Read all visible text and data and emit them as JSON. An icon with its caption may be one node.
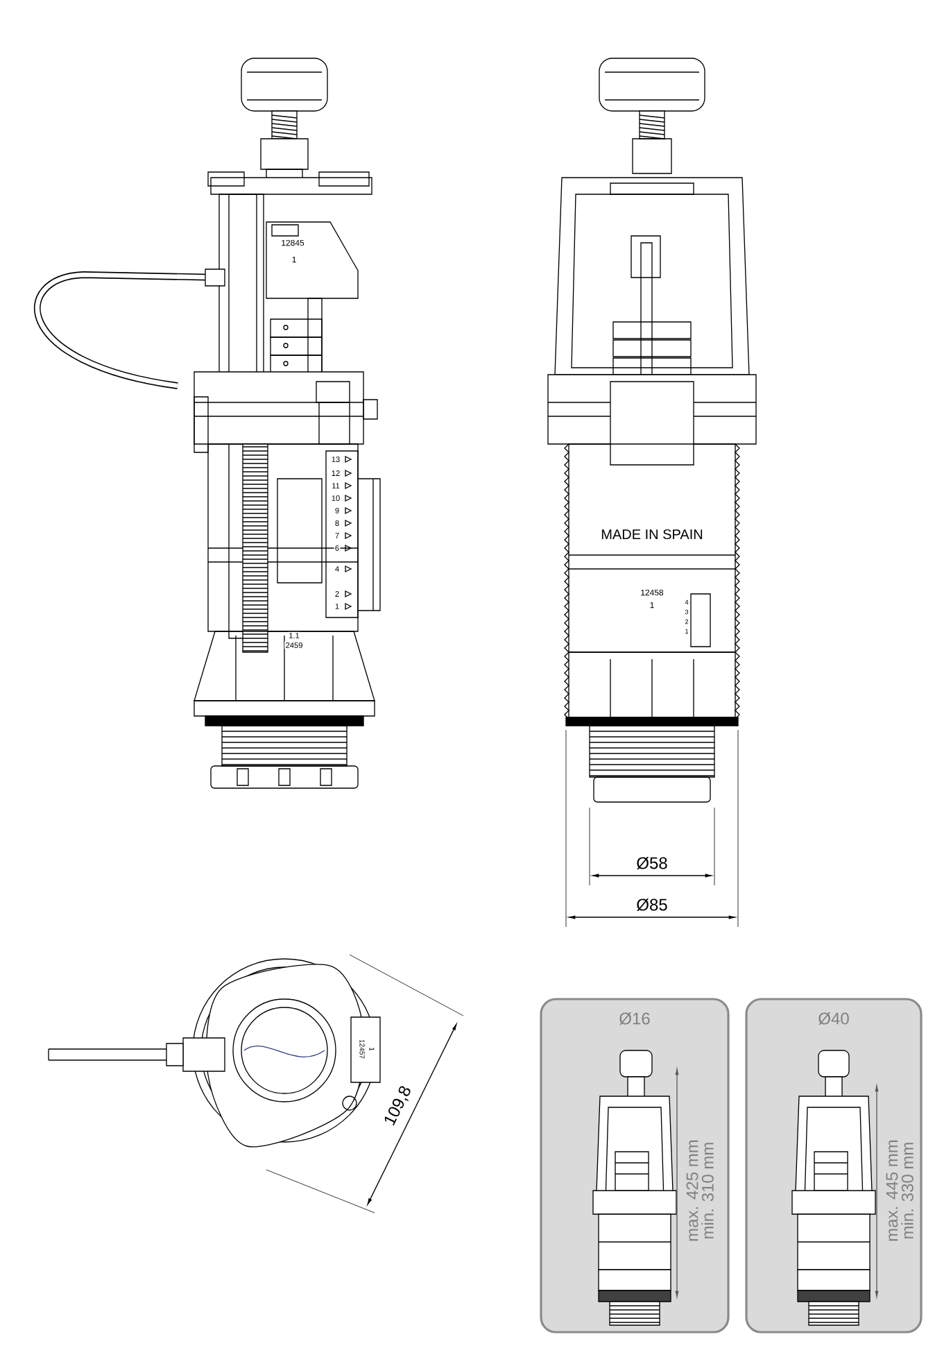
{
  "diagram": {
    "nodes": [
      {
        "text": [
          "Ø16",
          "max. 425 mm",
          "min. 310 mm"
        ]
      },
      {
        "text": [
          "Ø40",
          "max. 445 mm",
          "min. 330 mm"
        ]
      }
    ],
    "labels": [
      "12845",
      "1",
      "13",
      "12",
      "11",
      "10",
      "9",
      "8",
      "7",
      "6",
      "4",
      "2",
      "1",
      "1.1",
      "2459",
      "MADE IN SPAIN",
      "12458",
      "1",
      "4",
      "3",
      "2",
      "1",
      "Ø58",
      "Ø85",
      "12457",
      "1",
      "109,8"
    ]
  }
}
